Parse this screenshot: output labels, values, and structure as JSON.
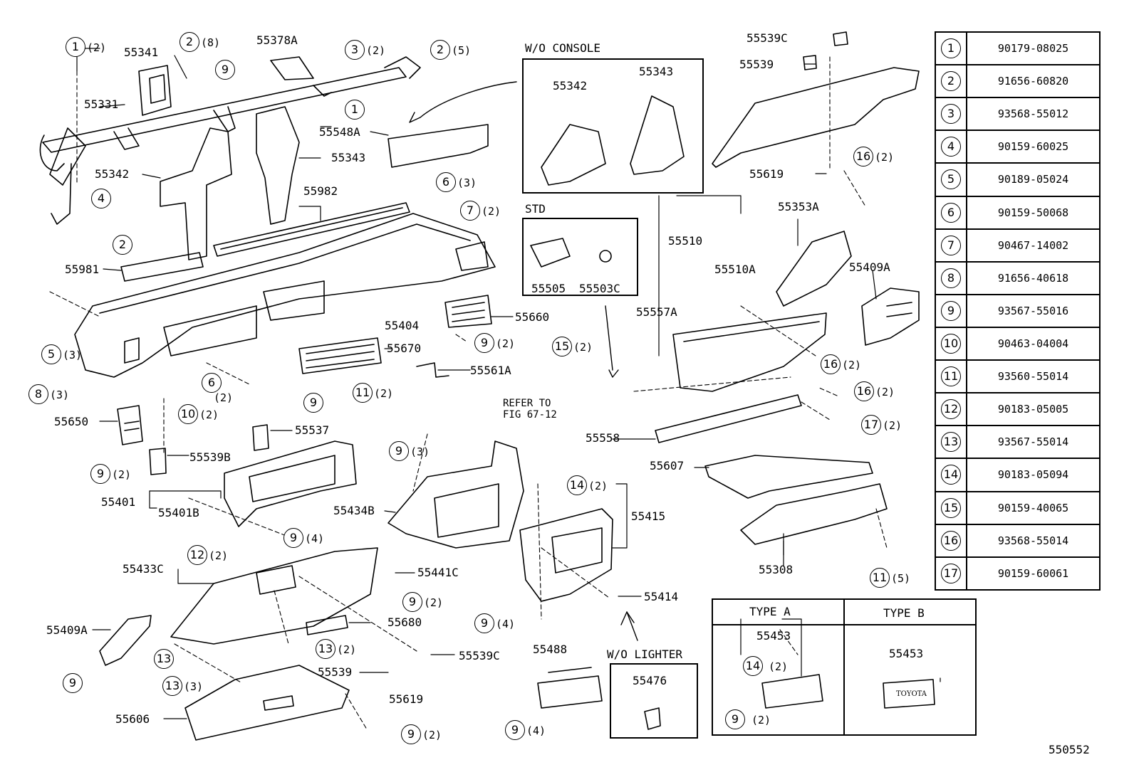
{
  "diagram_id": "550552",
  "legend": [
    {
      "ref": "1",
      "part": "90179-08025"
    },
    {
      "ref": "2",
      "part": "91656-60820"
    },
    {
      "ref": "3",
      "part": "93568-55012"
    },
    {
      "ref": "4",
      "part": "90159-60025"
    },
    {
      "ref": "5",
      "part": "90189-05024"
    },
    {
      "ref": "6",
      "part": "90159-50068"
    },
    {
      "ref": "7",
      "part": "90467-14002"
    },
    {
      "ref": "8",
      "part": "91656-40618"
    },
    {
      "ref": "9",
      "part": "93567-55016"
    },
    {
      "ref": "10",
      "part": "90463-04004"
    },
    {
      "ref": "11",
      "part": "93560-55014"
    },
    {
      "ref": "12",
      "part": "90183-05005"
    },
    {
      "ref": "13",
      "part": "93567-55014"
    },
    {
      "ref": "14",
      "part": "90183-05094"
    },
    {
      "ref": "15",
      "part": "90159-40065"
    },
    {
      "ref": "16",
      "part": "93568-55014"
    },
    {
      "ref": "17",
      "part": "90159-60061"
    }
  ],
  "boxes": {
    "wo_console": {
      "title": "W/O CONSOLE",
      "parts": [
        "55342",
        "55343"
      ]
    },
    "std": {
      "title": "STD",
      "parts": [
        "55505",
        "55503C"
      ]
    },
    "wo_lighter": {
      "title": "W/O LIGHTER",
      "parts": [
        "55476"
      ]
    },
    "type_a": {
      "title": "TYPE A",
      "parts": [
        "55453"
      ],
      "fasteners": [
        {
          "ref": "14",
          "qty": "(2)"
        },
        {
          "ref": "9",
          "qty": "(2)"
        }
      ]
    },
    "type_b": {
      "title": "TYPE B",
      "parts": [
        "55453"
      ],
      "badge": "TOYOTA"
    }
  },
  "refer_to": [
    "REFER TO",
    "FIG 67-12"
  ],
  "part_labels": [
    "55341",
    "55378A",
    "55331",
    "55548A",
    "55343",
    "55342",
    "55982",
    "55981",
    "55539C",
    "55539",
    "55619",
    "55353A",
    "55510",
    "55510A",
    "55557A",
    "55409A",
    "55404",
    "55660",
    "55670",
    "55561A",
    "55537",
    "55539B",
    "55650",
    "55558",
    "55607",
    "55401",
    "55401B",
    "55434B",
    "55415",
    "55308",
    "55433C",
    "55441C",
    "55414",
    "55409A",
    "55680",
    "55539C",
    "55539",
    "55619",
    "55606",
    "55488"
  ],
  "fasteners": [
    {
      "ref": "1",
      "qty": "(2)"
    },
    {
      "ref": "2",
      "qty": "(8)"
    },
    {
      "ref": "3",
      "qty": "(2)"
    },
    {
      "ref": "2",
      "qty": "(5)"
    },
    {
      "ref": "9",
      "qty": ""
    },
    {
      "ref": "1",
      "qty": ""
    },
    {
      "ref": "4",
      "qty": ""
    },
    {
      "ref": "6",
      "qty": "(3)"
    },
    {
      "ref": "7",
      "qty": "(2)"
    },
    {
      "ref": "2",
      "qty": ""
    },
    {
      "ref": "5",
      "qty": "(3)"
    },
    {
      "ref": "8",
      "qty": "(3)"
    },
    {
      "ref": "9",
      "qty": "(2)"
    },
    {
      "ref": "6",
      "qty": "(2)"
    },
    {
      "ref": "10",
      "qty": "(2)"
    },
    {
      "ref": "9",
      "qty": "(2)"
    },
    {
      "ref": "9",
      "qty": ""
    },
    {
      "ref": "11",
      "qty": "(2)"
    },
    {
      "ref": "15",
      "qty": "(2)"
    },
    {
      "ref": "16",
      "qty": "(2)"
    },
    {
      "ref": "16",
      "qty": "(2)"
    },
    {
      "ref": "16",
      "qty": "(2)"
    },
    {
      "ref": "17",
      "qty": "(2)"
    },
    {
      "ref": "9",
      "qty": "(3)"
    },
    {
      "ref": "14",
      "qty": "(2)"
    },
    {
      "ref": "9",
      "qty": "(4)"
    },
    {
      "ref": "12",
      "qty": "(2)"
    },
    {
      "ref": "9",
      "qty": "(2)"
    },
    {
      "ref": "11",
      "qty": "(5)"
    },
    {
      "ref": "9",
      "qty": "(4)"
    },
    {
      "ref": "13",
      "qty": ""
    },
    {
      "ref": "13",
      "qty": "(2)"
    },
    {
      "ref": "9",
      "qty": ""
    },
    {
      "ref": "13",
      "qty": "(3)"
    },
    {
      "ref": "9",
      "qty": "(2)"
    },
    {
      "ref": "9",
      "qty": "(4)"
    }
  ]
}
